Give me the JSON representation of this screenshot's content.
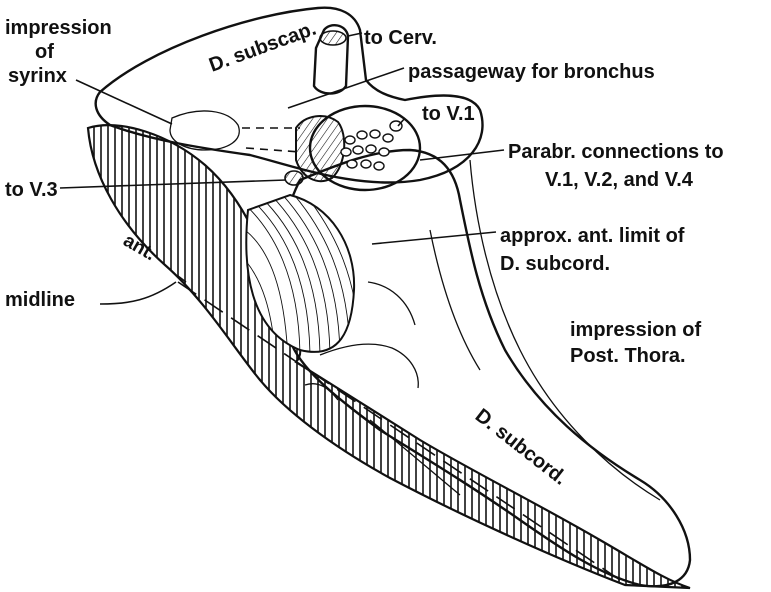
{
  "labels": {
    "impression_syrinx": [
      "impression",
      "of",
      "syrinx"
    ],
    "d_subscap": "D. subscap.",
    "to_cerv": "to Cerv.",
    "passageway": "passageway for bronchus",
    "to_v1": "to V.1",
    "parabr": [
      "Parabr. connections to",
      "V.1, V.2, and V.4"
    ],
    "to_v3": "to V.3",
    "approx": [
      "approx. ant. limit of",
      "D. subcord."
    ],
    "ant": "ant.",
    "midline": "midline",
    "impression_post_thora": [
      "impression of",
      "Post. Thora."
    ],
    "d_subcord": "D. subcord."
  },
  "colors": {
    "ink": "#111111",
    "paper": "#ffffff"
  }
}
